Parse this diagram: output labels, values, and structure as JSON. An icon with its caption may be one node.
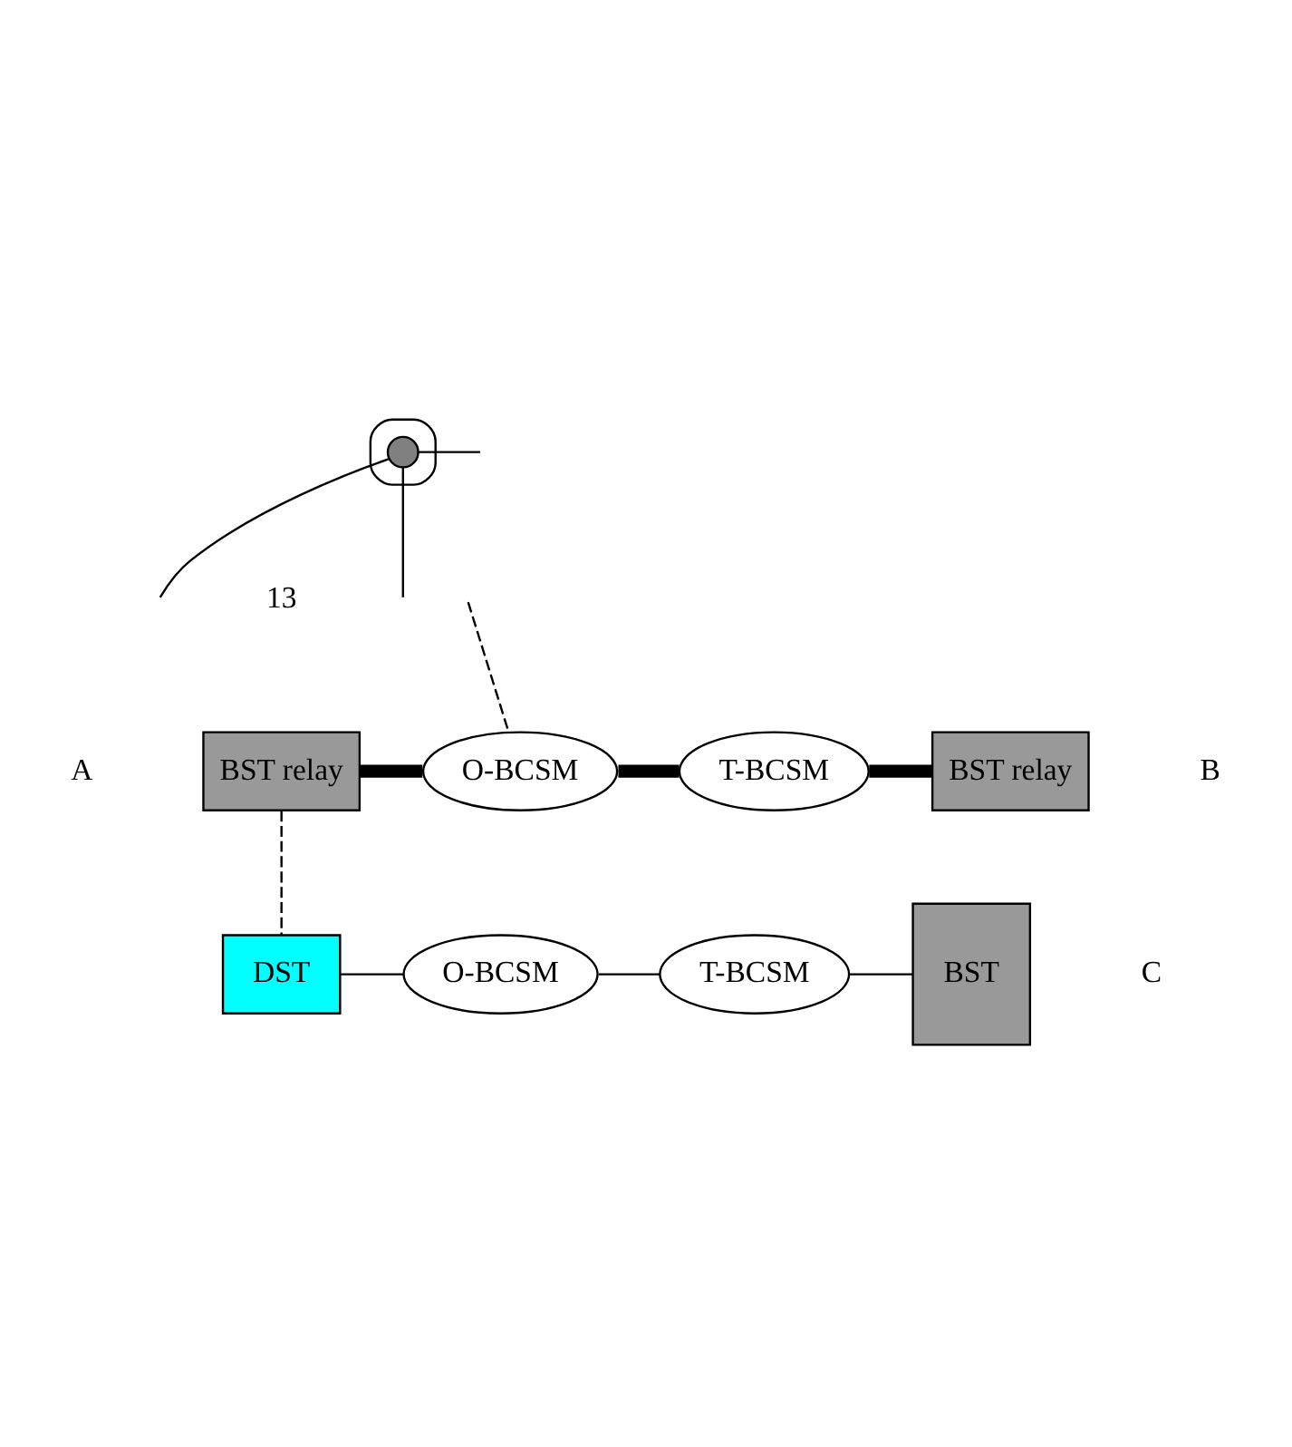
{
  "diagram": {
    "nodes": [
      {
        "text": [],
        "shape": "box"
      },
      {
        "text": [],
        "shape": "circle",
        "in": 0
      },
      {
        "text": [
          "BST relay"
        ]
      },
      {
        "text": [
          "O-BCSM"
        ]
      },
      {
        "text": [
          "T-BCSM"
        ]
      },
      {
        "text": [
          "BST relay"
        ]
      },
      {
        "text": [
          "DST"
        ]
      },
      {
        "text": [
          "O-BCSM"
        ]
      },
      {
        "text": [
          "T-BCSM"
        ]
      },
      {
        "text": [
          "BST"
        ]
      }
    ],
    "edges": [
      {
        "from": null,
        "to": 1,
        "arrow": "none"
      },
      {
        "from": 1,
        "to": null,
        "arrow": "none"
      },
      {
        "from": 1,
        "to": null,
        "arrow": "none"
      },
      {
        "from": null,
        "to": 3,
        "arrow": "none",
        "style": "dashed"
      },
      {
        "from": 2,
        "to": 3,
        "arrow": "none",
        "style": "thick"
      },
      {
        "from": 3,
        "to": 4,
        "arrow": "none",
        "style": "thick"
      },
      {
        "from": 4,
        "to": 5,
        "arrow": "none",
        "style": "thick"
      },
      {
        "from": 2,
        "to": 6,
        "arrow": "none",
        "style": "dashed"
      },
      {
        "from": 6,
        "to": 7,
        "arrow": "none"
      },
      {
        "from": 7,
        "to": 8,
        "arrow": "none"
      },
      {
        "from": 8,
        "to": 9,
        "arrow": "none"
      }
    ],
    "labels": [
      "13",
      "A",
      "B",
      "C"
    ]
  }
}
